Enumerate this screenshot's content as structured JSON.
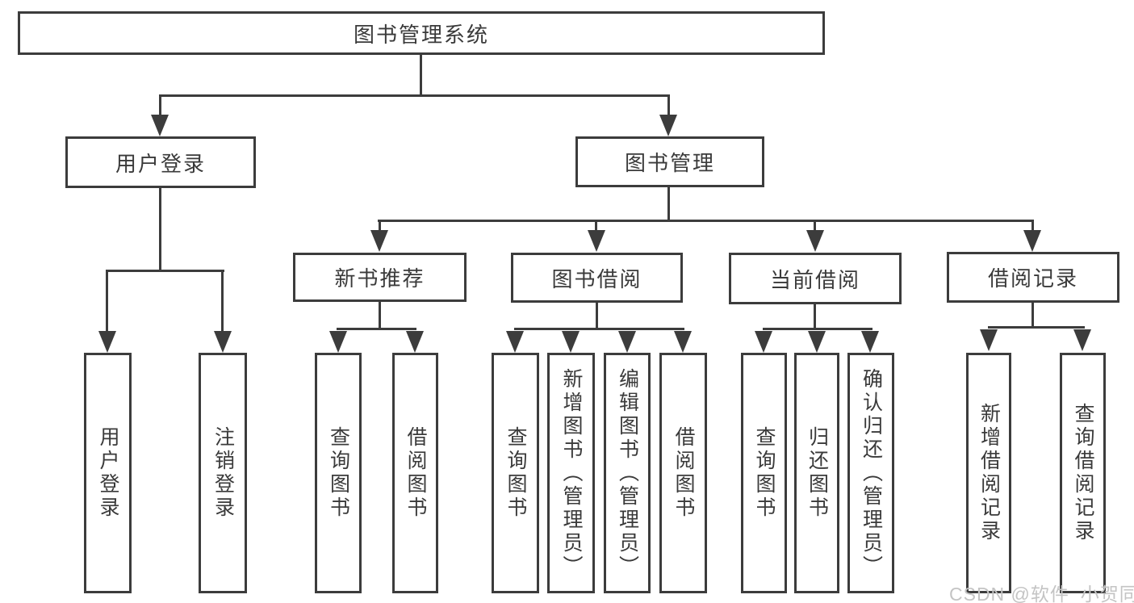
{
  "diagram": {
    "background": "#ffffff",
    "line_color": "#3c3c3c",
    "text_color": "#3a3a3a",
    "tree": {
      "label": "图书管理系统",
      "children": [
        {
          "label": "用户登录",
          "children": [
            {
              "label": "用户登录"
            },
            {
              "label": "注销登录"
            }
          ]
        },
        {
          "label": "图书管理",
          "children": [
            {
              "label": "新书推荐",
              "children": [
                {
                  "label": "查询图书"
                },
                {
                  "label": "借阅图书"
                }
              ]
            },
            {
              "label": "图书借阅",
              "children": [
                {
                  "label": "查询图书"
                },
                {
                  "label": "新增图书（管理员）"
                },
                {
                  "label": "编辑图书（管理员）"
                },
                {
                  "label": "借阅图书"
                }
              ]
            },
            {
              "label": "当前借阅",
              "children": [
                {
                  "label": "查询图书"
                },
                {
                  "label": "归还图书"
                },
                {
                  "label": "确认归还（管理员）"
                }
              ]
            },
            {
              "label": "借阅记录",
              "children": [
                {
                  "label": "新增借阅记录"
                },
                {
                  "label": "查询借阅记录"
                }
              ]
            }
          ]
        }
      ]
    },
    "watermark": {
      "text": "CSDN @软件_小贺同学",
      "color": "#c4c4c4"
    }
  }
}
